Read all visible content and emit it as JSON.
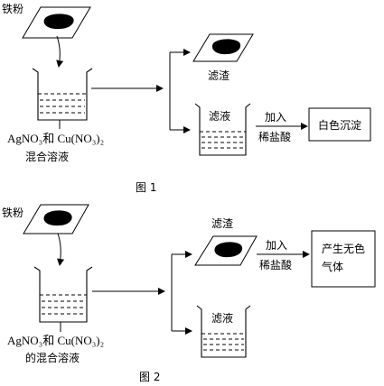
{
  "figure1": {
    "iron_powder_label": "铁粉",
    "solution_label_line1": "AgNO₃和 Cu(NO₃)₂",
    "solution_label_line2": "混合溶液",
    "residue_label": "滤渣",
    "filtrate_label": "滤液",
    "reagent_line1": "加入",
    "reagent_line2": "稀盐酸",
    "result": "白色沉淀",
    "caption": "图 1"
  },
  "figure2": {
    "iron_powder_label": "铁粉",
    "solution_label_line1": "AgNO₃和 Cu(NO₃)₂",
    "solution_label_line2": "的混合溶液",
    "residue_label": "滤渣",
    "filtrate_label": "滤液",
    "reagent_line1": "加入",
    "reagent_line2": "稀盐酸",
    "result_line1": "产生无色",
    "result_line2": "气体",
    "caption": "图 2"
  },
  "colors": {
    "ink": "#000000",
    "background": "#ffffff"
  }
}
